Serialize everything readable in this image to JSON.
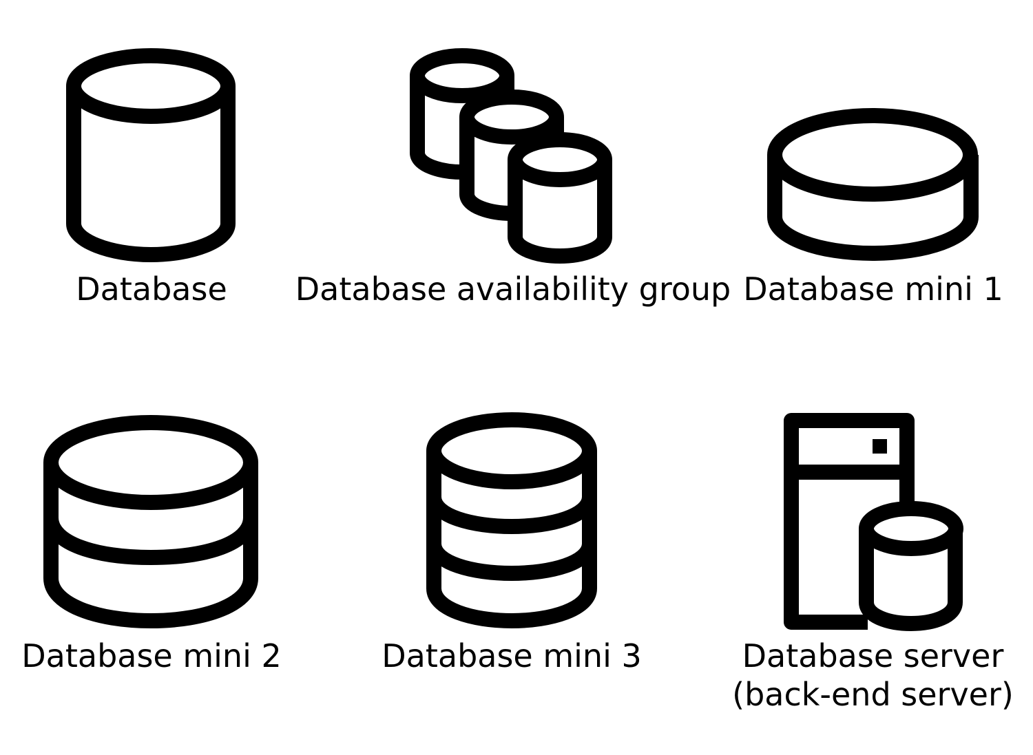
{
  "stencil": {
    "stroke_color": "#000000",
    "fill_color": "#ffffff",
    "icons": [
      {
        "id": "database",
        "icon": "database-cylinder-icon",
        "label": "Database"
      },
      {
        "id": "dag",
        "icon": "database-availability-group-icon",
        "label": "Database availability group"
      },
      {
        "id": "mini1",
        "icon": "database-mini-1-icon",
        "label": "Database mini 1"
      },
      {
        "id": "mini2",
        "icon": "database-mini-2-icon",
        "label": "Database mini 2"
      },
      {
        "id": "mini3",
        "icon": "database-mini-3-icon",
        "label": "Database mini 3"
      },
      {
        "id": "server",
        "icon": "database-server-icon",
        "label": "Database server\n(back-end server)"
      }
    ]
  }
}
